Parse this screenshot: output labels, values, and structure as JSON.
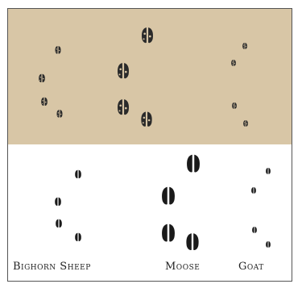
{
  "labels": {
    "bighorn": "Bighorn Sheep",
    "moose": "Moose",
    "goat": "Goat"
  },
  "colors": {
    "band": "#d8c6a6",
    "track": "#1a1a1a",
    "background": "#ffffff"
  },
  "icons": {
    "track": "hoof-print-icon"
  }
}
